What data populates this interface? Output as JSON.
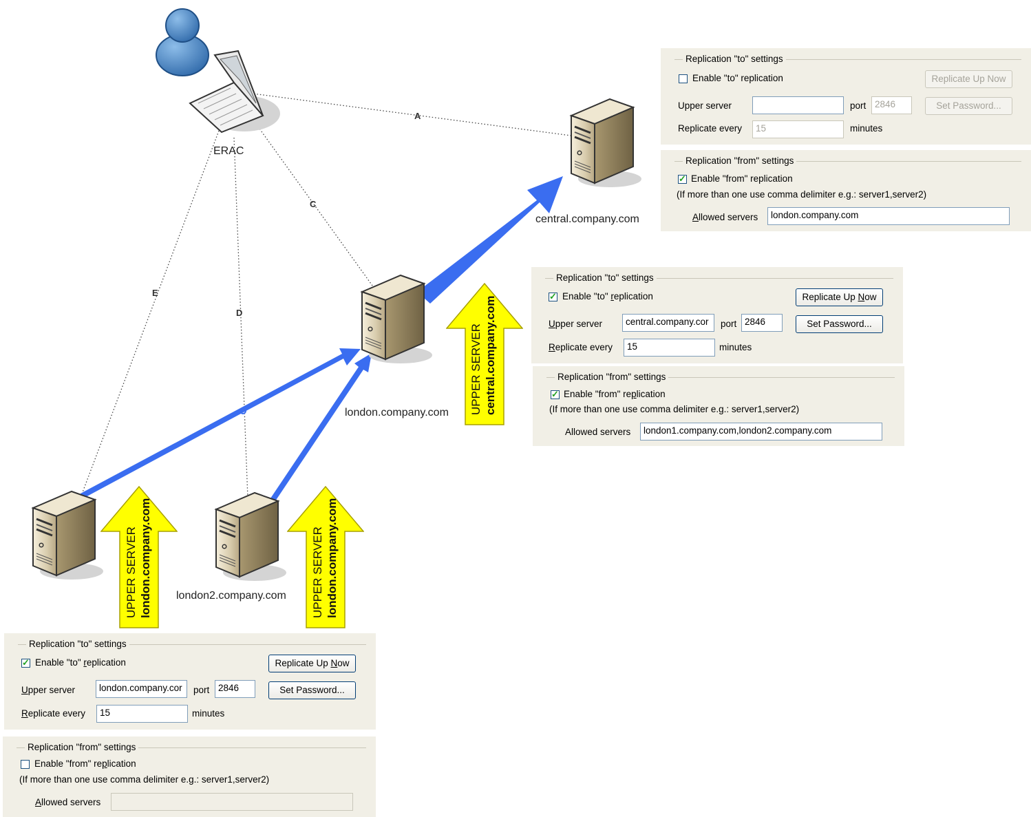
{
  "nodes": {
    "erac": "ERAC",
    "central": "central.company.com",
    "london": "london.company.com",
    "london2": "london2.company.com"
  },
  "edges": [
    "A",
    "C",
    "D",
    "E"
  ],
  "upper_arrows": [
    {
      "line1": "UPPER SERVER",
      "line2": "central.company.com"
    },
    {
      "line1": "UPPER SERVER",
      "line2": "london.company.com"
    },
    {
      "line1": "UPPER SERVER",
      "line2": "london.company.com"
    }
  ],
  "panels": {
    "central_to": {
      "legend": "Replication \"to\" settings",
      "enable_label": "Enable \"to\" replication",
      "enabled": false,
      "upper_server_label": "Upper server",
      "upper_server_value": "",
      "port_label": "port",
      "port_value": "2846",
      "replicate_label": "Replicate every",
      "replicate_value": "15",
      "minutes_label": "minutes",
      "replicate_now": "Replicate Up Now",
      "set_password": "Set Password..."
    },
    "central_from": {
      "legend": "Replication \"from\" settings",
      "enable_label": "Enable \"from\" replication",
      "enabled": true,
      "hint": "(If more than one use comma delimiter e.g.: server1,server2)",
      "allowed_label": "Allowed servers",
      "allowed_value": "london.company.com"
    },
    "london_to": {
      "legend": "Replication \"to\" settings",
      "enable_label": "Enable \"to\" replication",
      "enabled": true,
      "upper_server_label": "Upper server",
      "upper_server_value": "central.company.cor",
      "port_label": "port",
      "port_value": "2846",
      "replicate_label": "Replicate every",
      "replicate_value": "15",
      "minutes_label": "minutes",
      "replicate_now": "Replicate Up Now",
      "set_password": "Set Password..."
    },
    "london_from": {
      "legend": "Replication \"from\" settings",
      "enable_label": "Enable \"from\" replication",
      "enabled": true,
      "hint": "(If more than one use comma delimiter e.g.: server1,server2)",
      "allowed_label": "Allowed servers",
      "allowed_value": "london1.company.com,london2.company.com"
    },
    "london2_to": {
      "legend": "Replication \"to\" settings",
      "enable_label": "Enable \"to\" replication",
      "enabled": true,
      "upper_server_label": "Upper server",
      "upper_server_value": "london.company.cor",
      "port_label": "port",
      "port_value": "2846",
      "replicate_label": "Replicate every",
      "replicate_value": "15",
      "minutes_label": "minutes",
      "replicate_now": "Replicate Up Now",
      "set_password": "Set Password..."
    },
    "london2_from": {
      "legend": "Replication \"from\" settings",
      "enable_label": "Enable \"from\" replication",
      "enabled": false,
      "hint": "(If more than one use comma delimiter e.g.: server1,server2)",
      "allowed_label": "Allowed servers",
      "allowed_value": ""
    }
  },
  "colors": {
    "replication_arrow": "#3a6df0",
    "upper_arrow_fill": "#ffff00",
    "upper_arrow_stroke": "#b8b000",
    "panel_bg": "#f1efe6",
    "user_icon": "#4a84c4"
  }
}
